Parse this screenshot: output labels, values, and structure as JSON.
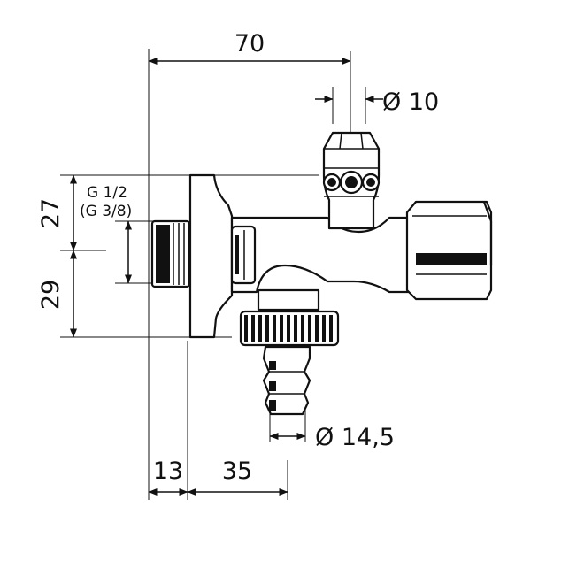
{
  "dimensions": {
    "overall_width": "70",
    "spindle_diameter": "Ø 10",
    "thread_primary": "G 1/2",
    "thread_alternate": "(G 3/8)",
    "height_upper": "27",
    "height_lower": "29",
    "hose_diameter": "Ø 14,5",
    "thread_length": "13",
    "hose_offset": "35"
  },
  "colors": {
    "line": "#111111",
    "background": "#ffffff"
  }
}
